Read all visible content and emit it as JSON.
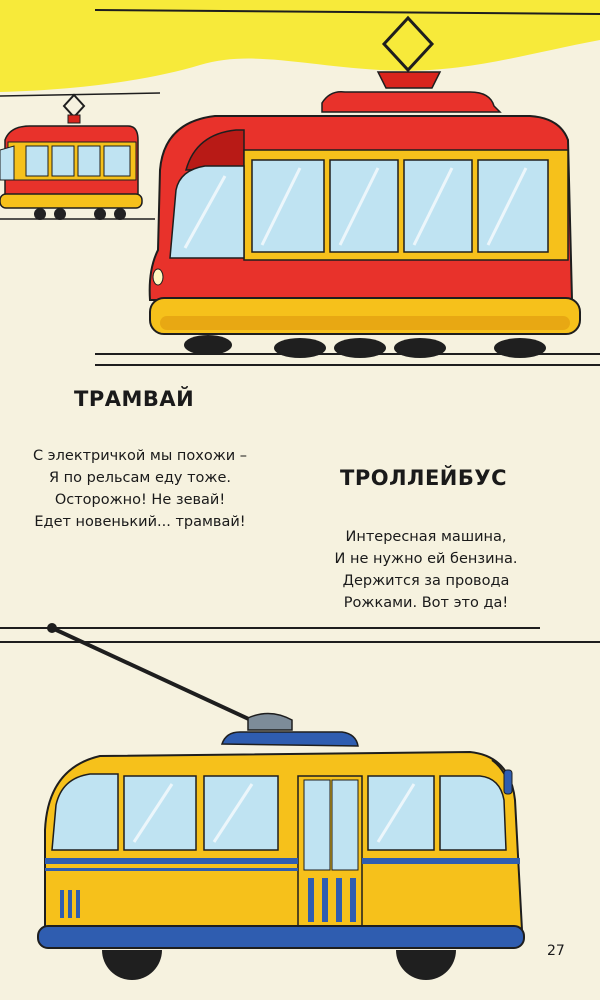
{
  "tram": {
    "title": "ТРАМВАЙ",
    "poem": [
      "С электричкой мы похожи –",
      "Я по рельсам еду тоже.",
      "Осторожно! Не зевай!",
      "Едет новенький... трамвай!"
    ]
  },
  "trolleybus": {
    "title": "ТРОЛЛЕЙБУС",
    "poem": [
      "Интересная машина,",
      "И не нужно ей бензина.",
      "Держится за провода",
      "Рожками. Вот это да!"
    ]
  },
  "page_number": "27",
  "colors": {
    "background": "#f6f2df",
    "yellow_sky": "#f7ea3a",
    "tram_red": "#e8322b",
    "vehicle_yellow": "#f6c11b",
    "window_blue": "#bfe3f2",
    "trolley_blue": "#2f5db0"
  }
}
